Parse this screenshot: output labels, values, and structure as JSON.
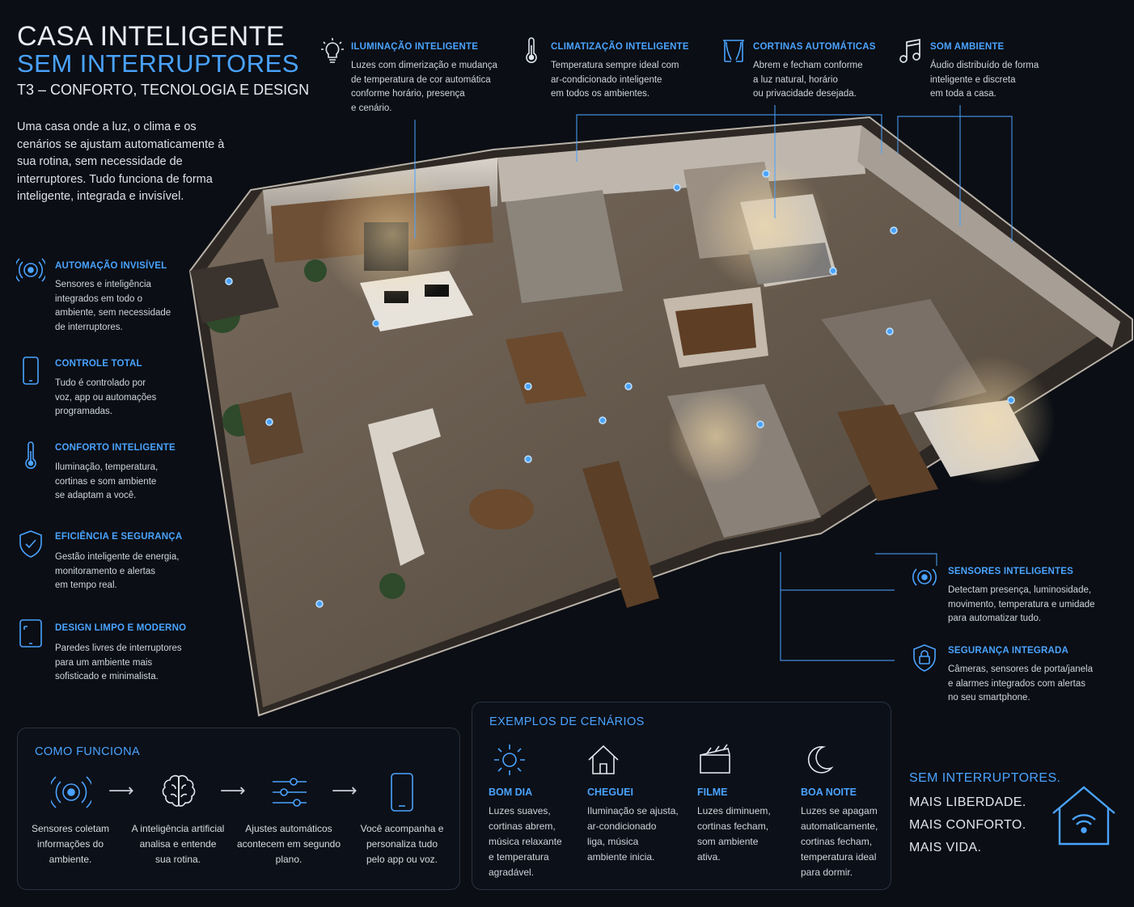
{
  "header": {
    "title_line1": "CASA INTELIGENTE",
    "title_line2": "SEM INTERRUPTORES",
    "subtitle": "T3 – CONFORTO, TECNOLOGIA E DESIGN",
    "intro": "Uma casa onde a luz, o clima e os cenários se ajustam automaticamente à sua rotina, sem necessidade de interruptores. Tudo funciona de forma inteligente, integrada e invisível."
  },
  "top_features": [
    {
      "icon": "lightbulb-icon",
      "title": "ILUMINAÇÃO INTELIGENTE",
      "lines": [
        "Luzes com dimerização e mudança",
        "de temperatura de cor automática",
        "conforme horário, presença",
        "e cenário."
      ]
    },
    {
      "icon": "thermometer-icon",
      "title": "CLIMATIZAÇÃO INTELIGENTE",
      "lines": [
        "Temperatura sempre ideal com",
        "ar-condicionado inteligente",
        "em todos os ambientes."
      ]
    },
    {
      "icon": "curtain-icon",
      "title": "CORTINAS AUTOMÁTICAS",
      "lines": [
        "Abrem e fecham conforme",
        "a luz natural, horário",
        "ou privacidade desejada."
      ]
    },
    {
      "icon": "music-note-icon",
      "title": "SOM AMBIENTE",
      "lines": [
        "Áudio distribuído de forma",
        "inteligente e discreta",
        "em toda a casa."
      ]
    }
  ],
  "left_features": [
    {
      "icon": "sensor-waves-icon",
      "title": "AUTOMAÇÃO INVISÍVEL",
      "lines": [
        "Sensores e inteligência",
        "integrados em todo o",
        "ambiente, sem necessidade",
        "de interruptores."
      ]
    },
    {
      "icon": "smartphone-icon",
      "title": "CONTROLE TOTAL",
      "lines": [
        "Tudo é controlado por",
        "voz, app ou automações",
        "programadas."
      ]
    },
    {
      "icon": "thermometer-icon",
      "title": "CONFORTO INTELIGENTE",
      "lines": [
        "Iluminação, temperatura,",
        "cortinas e som ambiente",
        "se adaptam a você."
      ]
    },
    {
      "icon": "shield-check-icon",
      "title": "EFICIÊNCIA E SEGURANÇA",
      "lines": [
        "Gestão inteligente de energia,",
        "monitoramento e alertas",
        "em tempo real."
      ]
    },
    {
      "icon": "tablet-icon",
      "title": "DESIGN LIMPO E MODERNO",
      "lines": [
        "Paredes livres de interruptores",
        "para um ambiente mais",
        "sofisticado e minimalista."
      ]
    }
  ],
  "right_features": [
    {
      "icon": "sensor-waves-icon",
      "title": "SENSORES INTELIGENTES",
      "lines": [
        "Detectam presença, luminosidade,",
        "movimento, temperatura e umidade",
        "para automatizar tudo."
      ]
    },
    {
      "icon": "lock-shield-icon",
      "title": "SEGURANÇA INTEGRADA",
      "lines": [
        "Câmeras, sensores de porta/janela",
        "e alarmes integrados com alertas",
        "no seu smartphone."
      ]
    }
  ],
  "how_it_works": {
    "title": "COMO FUNCIONA",
    "steps": [
      {
        "icon": "sensor-waves-icon",
        "lines": [
          "Sensores coletam",
          "informações do",
          "ambiente."
        ]
      },
      {
        "icon": "brain-icon",
        "lines": [
          "A inteligência artificial",
          "analisa e entende",
          "sua rotina."
        ]
      },
      {
        "icon": "sliders-icon",
        "lines": [
          "Ajustes automáticos",
          "acontecem em segundo",
          "plano."
        ]
      },
      {
        "icon": "smartphone-icon",
        "lines": [
          "Você acompanha e",
          "personaliza tudo",
          "pelo app ou voz."
        ]
      }
    ]
  },
  "scenarios": {
    "title": "EXEMPLOS DE CENÁRIOS",
    "items": [
      {
        "icon": "sun-icon",
        "title": "BOM DIA",
        "lines": [
          "Luzes suaves,",
          "cortinas abrem,",
          "música relaxante",
          "e temperatura",
          "agradável."
        ]
      },
      {
        "icon": "house-icon",
        "title": "CHEGUEI",
        "lines": [
          "Iluminação se ajusta,",
          "ar-condicionado",
          "liga, música",
          "ambiente inicia."
        ]
      },
      {
        "icon": "clapperboard-icon",
        "title": "FILME",
        "lines": [
          "Luzes diminuem,",
          "cortinas fecham,",
          "som ambiente",
          "ativa."
        ]
      },
      {
        "icon": "moon-icon",
        "title": "BOA NOITE",
        "lines": [
          "Luzes se apagam",
          "automaticamente,",
          "cortinas fecham,",
          "temperatura ideal",
          "para dormir."
        ]
      }
    ]
  },
  "closing": {
    "line1": "SEM INTERRUPTORES.",
    "line2": "MAIS LIBERDADE.",
    "line3": "MAIS CONFORTO.",
    "line4": "MAIS VIDA.",
    "icon": "smart-home-wifi-icon"
  },
  "colors": {
    "accent": "#4aa3ff",
    "background": "#0b0e14"
  }
}
